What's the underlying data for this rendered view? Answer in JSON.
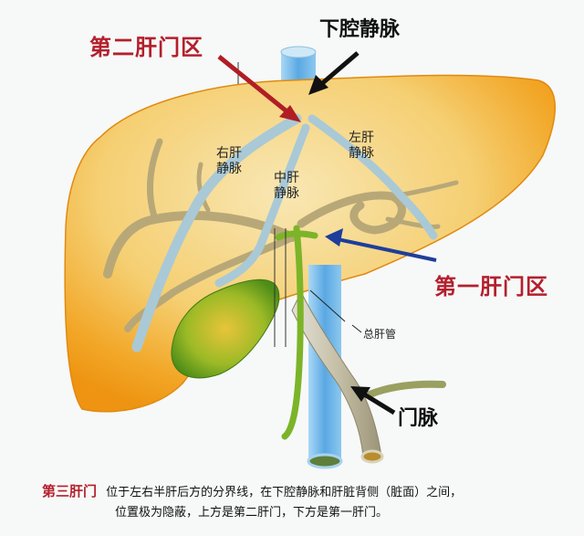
{
  "diagram": {
    "type": "anatomical illustration",
    "subject": "Liver with hepatic portals (肝门)",
    "colors": {
      "liver": "#f2a21c",
      "liver_light": "#f6dc9a",
      "ivc": "#6fb6e8",
      "portal_vein": "#c9c3ae",
      "bile_duct": "#7db324",
      "gallbladder": "#5f9e1c",
      "label_red": "#b3202c",
      "arrow_red": "#b01e24",
      "arrow_black": "#111111",
      "arrow_blue": "#1e3e9c"
    }
  },
  "labels": {
    "second_porta": "第二肝门区",
    "ivc": "下腔静脉",
    "right_hepatic_vein_1": "右肝",
    "right_hepatic_vein_2": "静脉",
    "middle_hepatic_vein_1": "中肝",
    "middle_hepatic_vein_2": "静脉",
    "left_hepatic_vein_1": "左肝",
    "left_hepatic_vein_2": "静脉",
    "first_porta": "第一肝门区",
    "common_hepatic_duct": "总肝管",
    "portal_vein": "门脉"
  },
  "caption": {
    "title": "第三肝门",
    "line1": "位于左右半肝后方的分界线，在下腔静脉和肝脏背侧（脏面）之间，",
    "line2": "位置极为隐蔽，上方是第二肝门，下方是第一肝门。"
  }
}
